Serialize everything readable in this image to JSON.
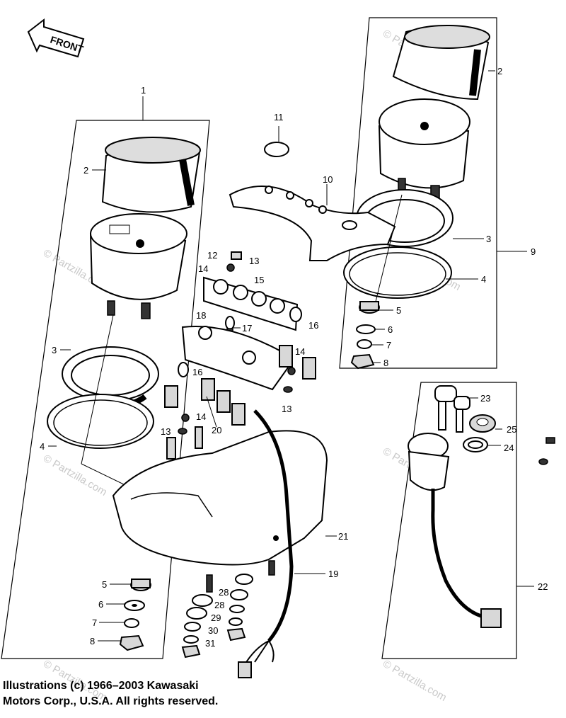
{
  "front_arrow_label": "FRONT",
  "watermark": "© Partzilla.com",
  "credit": {
    "line1": "Illustrations (c) 1966–2003 Kawasaki",
    "line2": "Motors Corp., U.S.A.  All rights reserved."
  },
  "callouts": {
    "c1": "1",
    "c2a": "2",
    "c2b": "2",
    "c3a": "3",
    "c3b": "3",
    "c4a": "4",
    "c4b": "4",
    "c5a": "5",
    "c5b": "5",
    "c6a": "6",
    "c6b": "6",
    "c7a": "7",
    "c7b": "7",
    "c8a": "8",
    "c8b": "8",
    "c9": "9",
    "c10": "10",
    "c11": "11",
    "c12": "12",
    "c13a": "13",
    "c13b": "13",
    "c13c": "13",
    "c14a": "14",
    "c14b": "14",
    "c14c": "14",
    "c15": "15",
    "c16a": "16",
    "c16b": "16",
    "c17": "17",
    "c18": "18",
    "c19": "19",
    "c20": "20",
    "c21": "21",
    "c22": "22",
    "c23": "23",
    "c24": "24",
    "c25": "25",
    "c28a": "28",
    "c28b": "28",
    "c29": "29",
    "c30": "30",
    "c31": "31"
  }
}
